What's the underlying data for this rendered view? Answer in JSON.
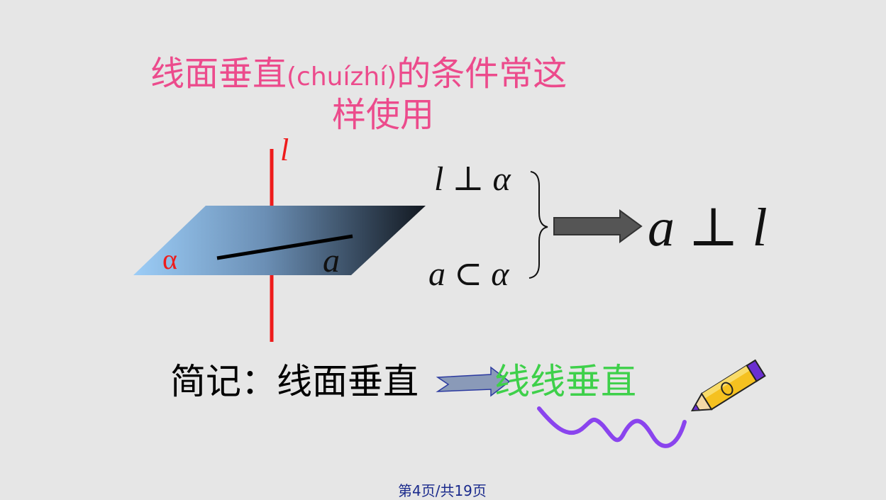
{
  "title": {
    "line1_a": "线面垂直",
    "line1_pinyin": "(chuízhí)",
    "line1_b": "的条件常这",
    "line2": "样使用"
  },
  "figure": {
    "line_label": "l",
    "plane_label": "α",
    "segment_label": "a"
  },
  "conditions": {
    "cond1": "l ⊥ α",
    "cond2": "a ⊂ α",
    "result": "a ⊥ l"
  },
  "summary": {
    "prefix": "简记：线面垂直",
    "conclusion": "线线垂直"
  },
  "footer": {
    "page": "第4页/共19页"
  },
  "colors": {
    "title": "#ec4b8c",
    "line": "#ee1c1c",
    "plane_light": "#9ccdf7",
    "plane_dark": "#121820",
    "conclusion": "#3ed04a",
    "squiggle": "#8a44ee",
    "footer": "#1a2a8c"
  }
}
